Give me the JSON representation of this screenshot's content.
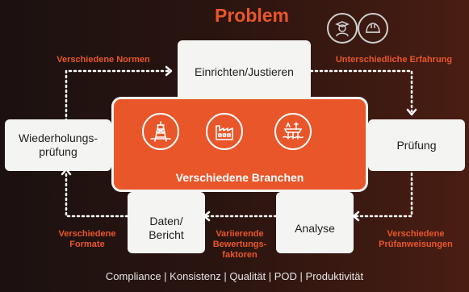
{
  "title": "Problem",
  "top_icons": [
    "inspector-icon",
    "hardhat-icon"
  ],
  "boxes": {
    "top": "Einrichten/Justieren",
    "left": "Wiederholungs-\nprüfung",
    "right": "Prüfung",
    "bottom_right": "Analyse",
    "bottom_left": "Daten/\nBericht"
  },
  "labels": {
    "top_left": "Verschiedene Normen",
    "top_right": "Unterschiedliche Erfahrung",
    "bottom_right": "Verschiedene\nPrüfanweisungen",
    "bottom_middle": "Variierende\nBewertungs-\nfaktoren",
    "bottom_left": "Verschiedene\nFormate"
  },
  "center": {
    "title": "Verschiedene Branchen",
    "icons": [
      "oil-rig-icon",
      "factory-icon",
      "offshore-platform-icon"
    ]
  },
  "footer": "Compliance | Konsistenz | Qualität | POD | Produktivität",
  "colors": {
    "accent": "#e8562a",
    "box": "#f4f4f2",
    "text": "#1e1e1e"
  }
}
